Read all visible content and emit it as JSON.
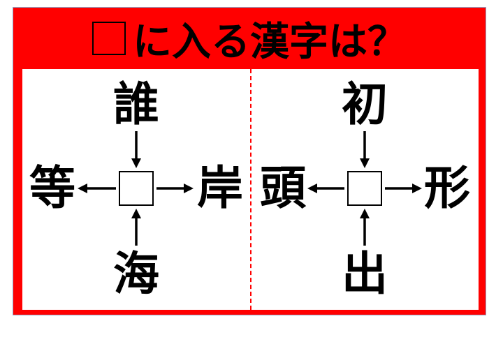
{
  "title": {
    "text": "に入る漢字は？",
    "blank_symbol": "□"
  },
  "puzzles": [
    {
      "top": "誰",
      "left": "等",
      "right": "岸",
      "bottom": "海"
    },
    {
      "top": "初",
      "left": "頭",
      "right": "形",
      "bottom": "出"
    }
  ],
  "colors": {
    "frame": "#ff0000",
    "text": "#000000"
  }
}
